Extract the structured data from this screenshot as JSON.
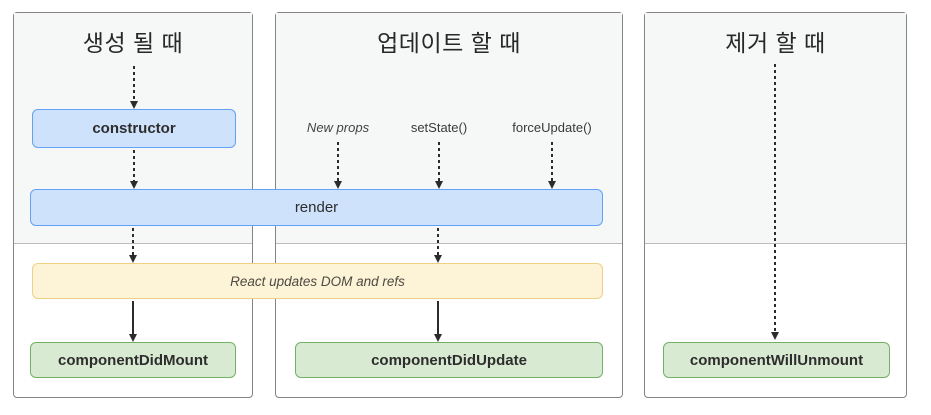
{
  "diagram": {
    "columns": [
      {
        "id": "mount",
        "title": "생성 될 때"
      },
      {
        "id": "update",
        "title": "업데이트 할 때"
      },
      {
        "id": "unmount",
        "title": "제거 할 때"
      }
    ],
    "triggers": {
      "new_props": "New props",
      "set_state": "setState()",
      "force_update": "forceUpdate()"
    },
    "boxes": {
      "constructor": "constructor",
      "render": "render",
      "react_updates": "React updates DOM and refs",
      "did_mount": "componentDidMount",
      "did_update": "componentDidUpdate",
      "will_unmount": "componentWillUnmount"
    },
    "colors": {
      "blue_fill": "#cfe2fc",
      "blue_border": "#61a2f7",
      "yellow_fill": "#fdf3d6",
      "yellow_border": "#efd186",
      "green_fill": "#d9ead2",
      "green_border": "#74b164",
      "panel_upper_bg": "#f6f7f7",
      "panel_border": "#848484",
      "arrow": "#2b2b2b"
    }
  }
}
